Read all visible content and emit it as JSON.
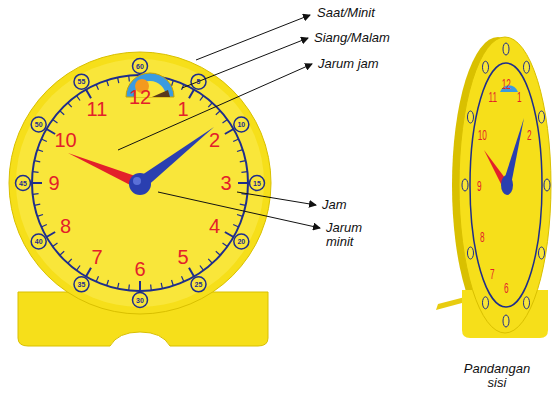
{
  "diagram": {
    "labels": [
      "12",
      "1",
      "2",
      "3",
      "4",
      "5",
      "6",
      "7",
      "8",
      "9",
      "10",
      "11",
      "60",
      "5",
      "10",
      "15",
      "20",
      "25",
      "30",
      "35",
      "40",
      "45",
      "50",
      "55",
      "Saat/Minit",
      "Siang/Malam",
      "Jarum jam",
      "Jam",
      "Jarum minit",
      "Pandangan sisi",
      "12",
      "1",
      "2",
      "11",
      "10",
      "9",
      "8",
      "7",
      "6"
    ]
  }
}
